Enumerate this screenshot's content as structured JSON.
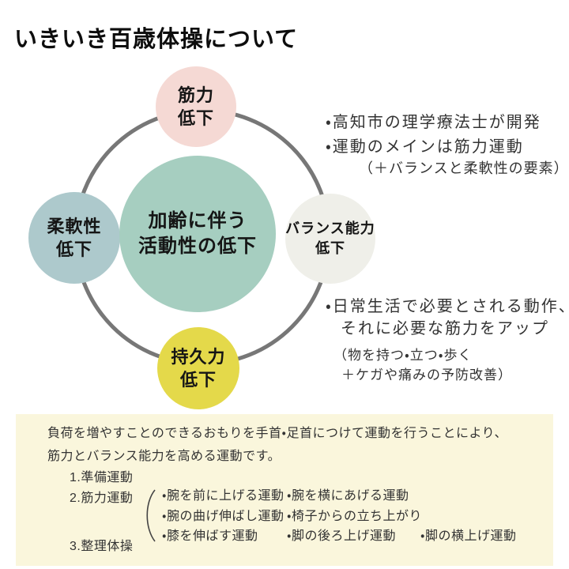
{
  "title": "いきいき百歳体操について",
  "colors": {
    "ring": "#777777",
    "panel_bg": "#faf6dc",
    "title_text": "#0d0d0d",
    "body_text": "#333333"
  },
  "diagram": {
    "center": {
      "line1": "加齢に伴う",
      "line2": "活動性の低下",
      "color": "#a6cec0"
    },
    "satellites": [
      {
        "position": "top",
        "line1": "筋力",
        "line2": "低下",
        "color": "#f5d9d4"
      },
      {
        "position": "left",
        "line1": "柔軟性",
        "line2": "低下",
        "color": "#adc9cc"
      },
      {
        "position": "right",
        "line1": "バランス能力",
        "line2": "低下",
        "color": "#efefe9"
      },
      {
        "position": "bottom",
        "line1": "持久力",
        "line2": "低下",
        "color": "#e4d94a"
      }
    ]
  },
  "notes_top": {
    "line1": "・高知市の理学療法士が開発",
    "line2": "・運動のメインは筋力運動",
    "line3": "（＋バランスと柔軟性の要素）"
  },
  "notes_bottom": {
    "line1": "・日常生活で必要とされる動作、",
    "line2": "それに必要な筋力をアップ",
    "line3": "（物を持つ・立つ・歩く",
    "line4": "＋ケガや痛みの予防改善）"
  },
  "panel": {
    "intro_line1": "負荷を増やすことのできるおもりを手首・足首につけて運動を行うことにより、",
    "intro_line2": "筋力とバランス能力を高める運動です。",
    "steps": [
      "1.準備運動",
      "2.筋力運動",
      "3.整理体操"
    ],
    "exercises": {
      "col1": [
        "・腕を前に上げる運動",
        "・腕の曲げ伸ばし運動",
        "・膝を伸ばす運動"
      ],
      "col2": [
        "・腕を横にあげる運動",
        "・椅子からの立ち上がり",
        "・脚の後ろ上げ運動"
      ],
      "col3": [
        "・脚の横上げ運動"
      ]
    }
  }
}
